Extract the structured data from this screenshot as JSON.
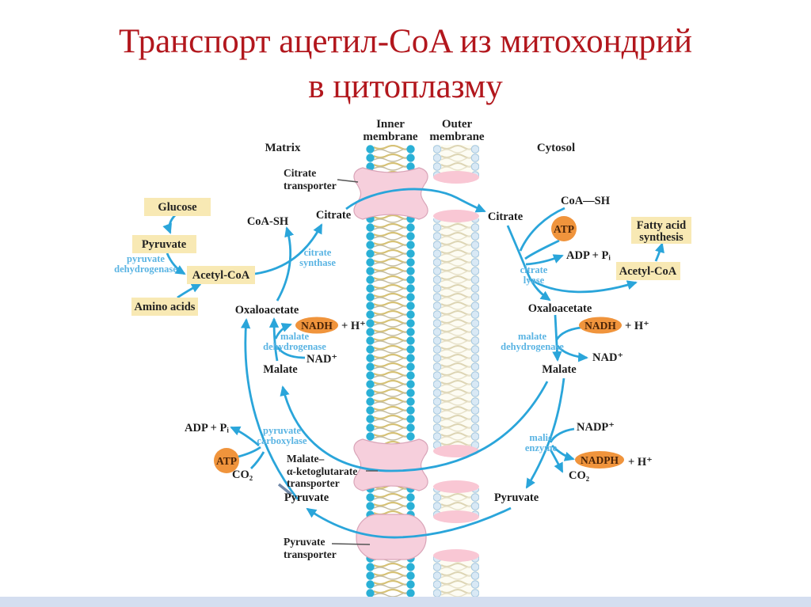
{
  "title": {
    "line1": "Транспорт ацетил-CoA из митохондрий",
    "line2": "в цитоплазму"
  },
  "regions": {
    "matrix": "Matrix",
    "cytosol": "Cytosol"
  },
  "membranes": {
    "inner": [
      "Inner",
      "membrane"
    ],
    "outer": [
      "Outer",
      "membrane"
    ]
  },
  "transporters": {
    "citrate": [
      "Citrate",
      "transporter"
    ],
    "malate_akg": [
      "Malate–",
      "α-ketoglutarate",
      "transporter"
    ],
    "pyruvate": [
      "Pyruvate",
      "transporter"
    ]
  },
  "matrix": {
    "glucose": "Glucose",
    "pyruvate_box": "Pyruvate",
    "acetyl_coa": "Acetyl-CoA",
    "amino_acids": "Amino acids",
    "pyruvate_dehydrogenase": [
      "pyruvate",
      "dehydrogenase"
    ],
    "citrate_synthase": [
      "citrate",
      "synthase"
    ],
    "coa_sh": "CoA-SH",
    "citrate": "Citrate",
    "oxaloacetate": "Oxaloacetate",
    "nadh": "NADH",
    "plus_h": "+ H⁺",
    "malate_dehydrogenase": [
      "malate",
      "dehydrogenase"
    ],
    "nad": "NAD⁺",
    "malate": "Malate",
    "adp_pi": "ADP + Pᵢ",
    "pyruvate_carboxylase": [
      "pyruvate",
      "carboxylase"
    ],
    "atp": "ATP",
    "co2": "CO₂",
    "pyruvate": "Pyruvate"
  },
  "cytosol": {
    "coa_sh": "CoA—SH",
    "citrate": "Citrate",
    "atp": "ATP",
    "adp_pi": "ADP + Pᵢ",
    "citrate_lyase": [
      "citrate",
      "lyase"
    ],
    "fatty_acid_synthesis": [
      "Fatty acid",
      "synthesis"
    ],
    "acetyl_coa": "Acetyl-CoA",
    "oxaloacetate": "Oxaloacetate",
    "nadh": "NADH",
    "plus_h_nadh": "+ H⁺",
    "malate_dehydrogenase": [
      "malate",
      "dehydrogenase"
    ],
    "nad": "NAD⁺",
    "malate": "Malate",
    "nadp": "NADP⁺",
    "malic_enzyme": [
      "malic",
      "enzyme"
    ],
    "nadph": "NADPH",
    "plus_h_nadph": "+ H⁺",
    "co2": "CO₂",
    "pyruvate": "Pyruvate"
  },
  "colors": {
    "title_red": "#b2171d",
    "arrow_blue": "#2aa5da",
    "enzyme_blue": "#5ab4e3",
    "box_yellow": "#f8e9b4",
    "cofactor_orange": "#f0943c",
    "transporter_pink": "#f6cfdc",
    "membrane_cap_pink": "#f9c7d4",
    "inner_head_teal": "#2ab0d6",
    "outer_head_blue": "#d9e9f5",
    "bottom_bar": "#d4def0"
  }
}
